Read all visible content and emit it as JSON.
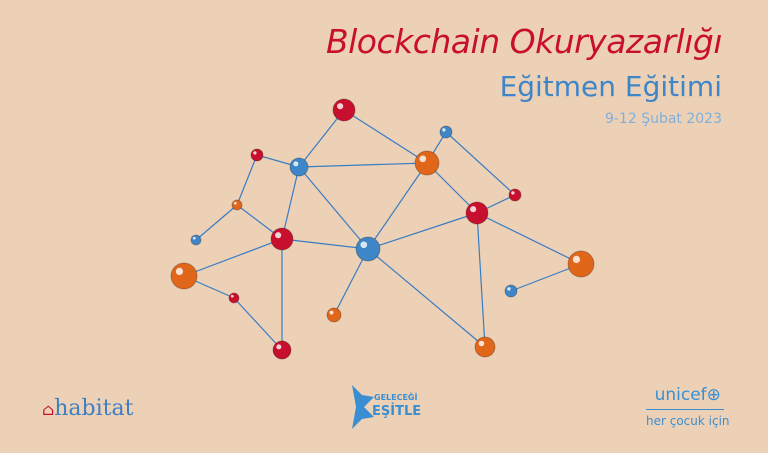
{
  "header": {
    "title": "Blockchain Okuryazarlığı",
    "subtitle": "Eğitmen Eğitimi",
    "date": "9-12 Şubat 2023"
  },
  "logos": {
    "habitat": "habitat",
    "esitle_top": "GELECEĞİ",
    "esitle_bottom": "EŞİTLE",
    "unicef": "unicef",
    "unicef_tagline": "her çocuk için"
  },
  "colors": {
    "red": "#c8102e",
    "blue": "#3f86c8",
    "orange": "#e0661a",
    "background": "#ecd1b6"
  }
}
